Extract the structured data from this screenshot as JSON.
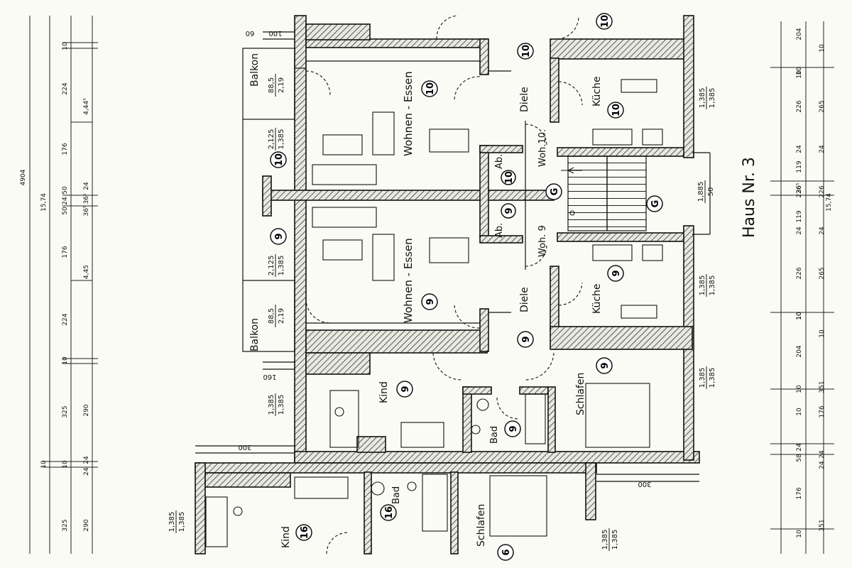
{
  "title": "Haus Nr. 3",
  "units": [
    {
      "number": "10",
      "rooms": {
        "balkon": "Balkon",
        "wohnen": "Wohnen - Essen",
        "diele": "Diele",
        "kueche": "Küche",
        "ab": "Ab.",
        "woh": "Woh.10."
      }
    },
    {
      "number": "9",
      "rooms": {
        "balkon": "Balkon",
        "wohnen": "Wohnen - Essen",
        "diele": "Diele",
        "kueche": "Küche",
        "ab": "Ab.",
        "woh": "Woh. 9",
        "kind": "Kind",
        "bad": "Bad",
        "schlafen": "Schlafen"
      }
    },
    {
      "number": "16",
      "rooms": {
        "kind": "Kind",
        "bad": "Bad",
        "schlafen": "Schlafen"
      }
    }
  ],
  "stair_marker": "G",
  "partial_unit_marker": "6",
  "room_dims": {
    "balkon_top": [
      "88,5",
      "2,19"
    ],
    "wohnen10": [
      "2,125",
      "1,385"
    ],
    "wohnen9": [
      "2,125",
      "1,385"
    ],
    "balkon_bottom": [
      "88,5",
      "2,19"
    ],
    "kind9": [
      "1,385",
      "1,385"
    ],
    "kind16": [
      "1,385",
      "1,385"
    ],
    "kueche10": [
      "1,385",
      "1,385"
    ],
    "kueche9": [
      "1,385",
      "1,385"
    ],
    "stair": [
      "1,885",
      "50"
    ],
    "schlafen9": [
      "1,385",
      "1,385"
    ],
    "schlafen16": [
      "1,385",
      "1,385"
    ]
  },
  "opening_dims": {
    "balkon_door": "100",
    "balkon_sill": "60",
    "kind_window": "160",
    "kind_door": "300",
    "schlafen_window": "300"
  },
  "left_dims": {
    "total": "4904",
    "sub_total": "15,74",
    "outer": [
      "10",
      "224",
      "176",
      "50",
      "24",
      "50",
      "176",
      "224",
      "10",
      "325",
      "10",
      "10",
      "325"
    ],
    "inner": [
      "4,44⁵",
      "36⁵",
      "24",
      "36⁵",
      "4,45",
      "290",
      "24",
      "24",
      "290"
    ]
  },
  "right_dims": {
    "sub_total": "15,74",
    "outer": [
      "204",
      "10",
      "226",
      "24",
      "119",
      "36⁵",
      "226",
      "36⁵",
      "119",
      "24",
      "226",
      "10",
      "204",
      "10",
      "351",
      "24",
      "58",
      "24",
      "176",
      "10",
      "351"
    ],
    "inner": [
      "10",
      "265",
      "24",
      "226",
      "24",
      "265",
      "10",
      "176",
      "10",
      "24",
      "10",
      "10"
    ]
  }
}
